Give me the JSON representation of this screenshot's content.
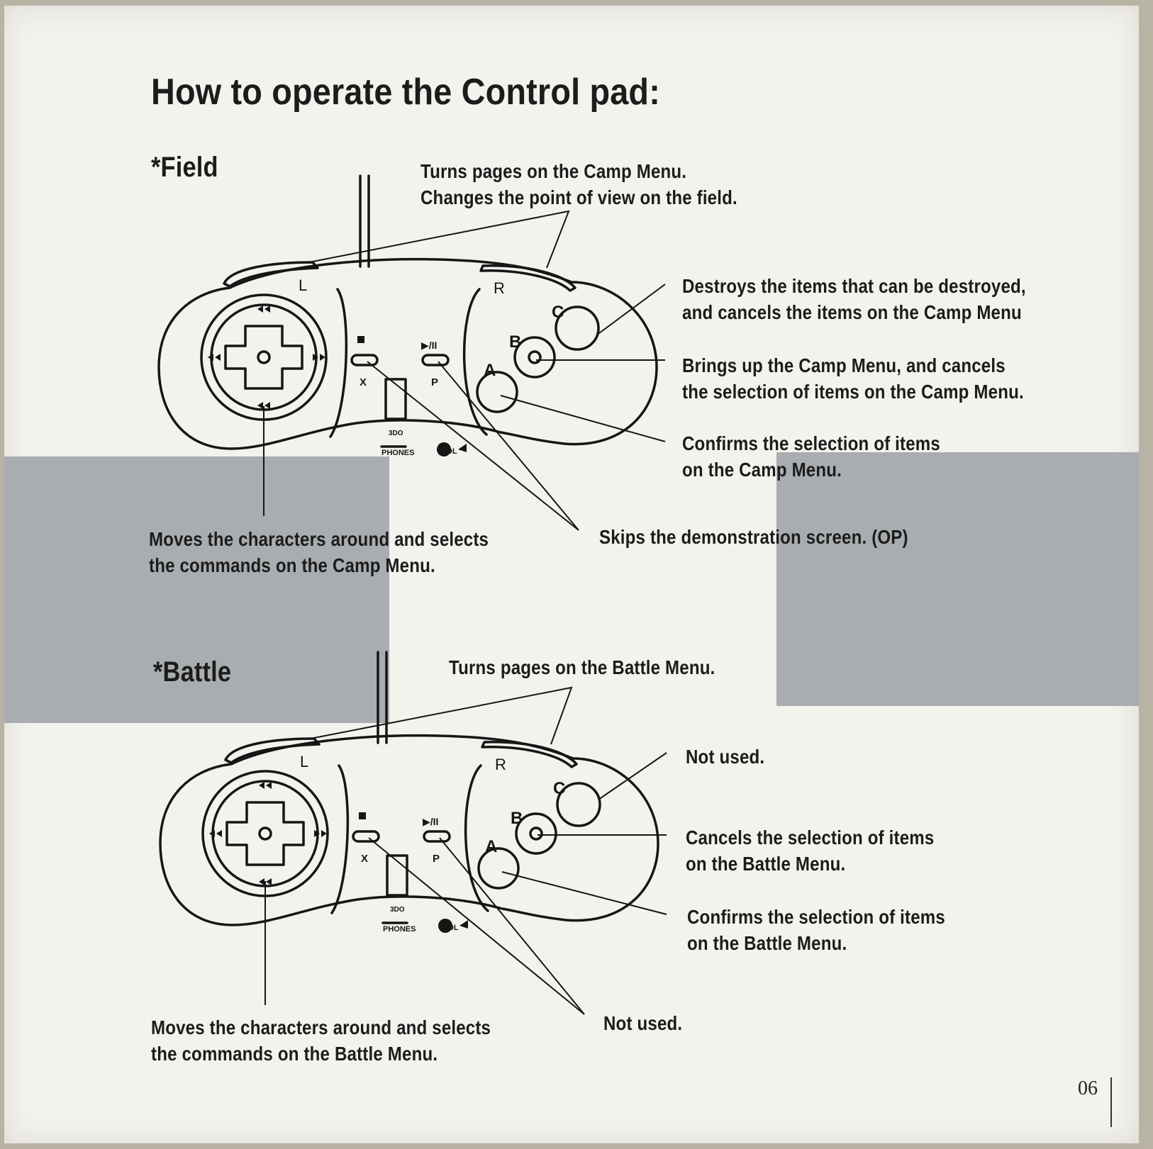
{
  "title": "How to operate the Control pad:",
  "page_number": "06",
  "pad_labels": {
    "l": "L",
    "r": "R",
    "a": "A",
    "b": "B",
    "c": "C",
    "x": "X",
    "p": "P",
    "stop": "■",
    "playpause": "▶/II",
    "logo": "3DO",
    "phones": "PHONES",
    "vol": "VOL"
  },
  "field": {
    "heading": "*Field",
    "shoulder_1": "Turns pages on the Camp Menu.",
    "shoulder_2": "Changes the point of view on the field.",
    "c_1": "Destroys the items that can be destroyed,",
    "c_2": "and cancels the items on the Camp Menu",
    "b_1": "Brings up the Camp Menu, and cancels",
    "b_2": "the selection of items on the Camp Menu.",
    "a_1": "Confirms the selection of items",
    "a_2": "on the Camp Menu.",
    "dpad_1": "Moves the characters around and selects",
    "dpad_2": "the commands on the Camp Menu.",
    "xp": "Skips the demonstration screen. (OP)"
  },
  "battle": {
    "heading": "*Battle",
    "shoulder_1": "Turns pages on the Battle Menu.",
    "c_1": "Not used.",
    "b_1": "Cancels the selection of items",
    "b_2": "on the Battle Menu.",
    "a_1": "Confirms the selection of items",
    "a_2": "on the Battle Menu.",
    "dpad_1": "Moves the characters around and selects",
    "dpad_2": "the commands on the Battle Menu.",
    "xp": "Not used."
  }
}
